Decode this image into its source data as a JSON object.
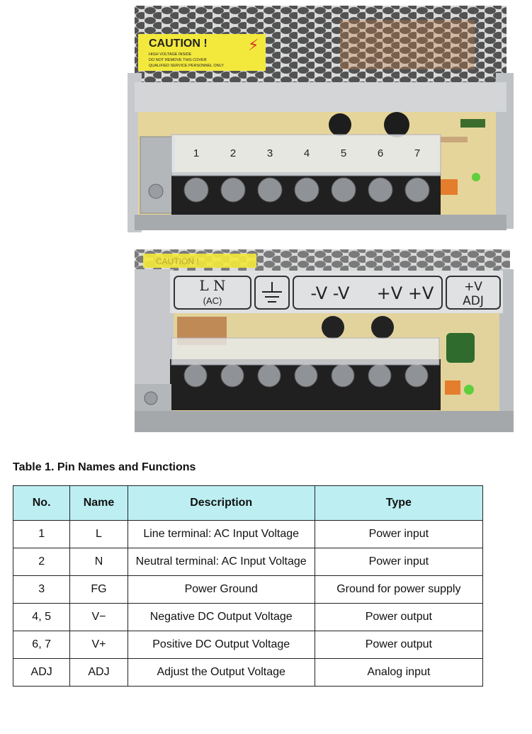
{
  "photos": {
    "top": {
      "caution_title": "CAUTION !",
      "caution_lines": [
        "HIGH VOLTAGE INSIDE",
        "DO NOT REMOVE THIS COVER",
        "QUALIFIED SERVICE PERSONNEL ONLY"
      ],
      "terminal_numbers": [
        "1",
        "2",
        "3",
        "4",
        "5",
        "6",
        "7"
      ]
    },
    "bottom": {
      "caution_title": "CAUTION !",
      "label_ac_top": "L  N",
      "label_ac": "(AC)",
      "label_neg": "-V -V",
      "label_pos": "+V +V",
      "label_adj_top": "+V",
      "label_adj": "ADJ"
    }
  },
  "table": {
    "caption": "Table 1. Pin Names and Functions",
    "headers": [
      "No.",
      "Name",
      "Description",
      "Type"
    ],
    "rows": [
      [
        "1",
        "L",
        "Line terminal: AC Input Voltage",
        "Power input"
      ],
      [
        "2",
        "N",
        "Neutral terminal: AC Input Voltage",
        "Power input"
      ],
      [
        "3",
        "FG",
        "Power Ground",
        "Ground for power supply"
      ],
      [
        "4, 5",
        "V−",
        "Negative DC Output Voltage",
        "Power output"
      ],
      [
        "6, 7",
        "V+",
        "Positive DC Output Voltage",
        "Power output"
      ],
      [
        "ADJ",
        "ADJ",
        "Adjust the Output Voltage",
        "Analog input"
      ]
    ],
    "header_color": "#bdeff2"
  }
}
